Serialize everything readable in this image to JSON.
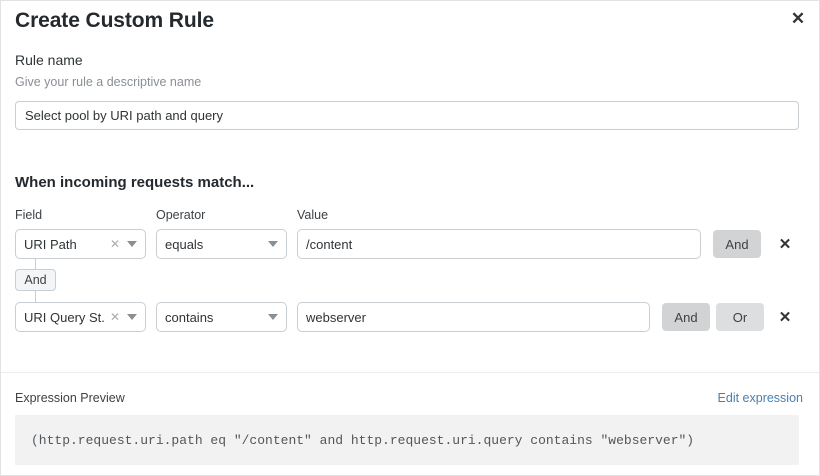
{
  "dialog": {
    "title": "Create Custom Rule",
    "close_icon": "close-icon"
  },
  "rule_name": {
    "label": "Rule name",
    "hint": "Give your rule a descriptive name",
    "value": "Select pool by URI path and query",
    "placeholder": ""
  },
  "match_section": {
    "heading": "When incoming requests match...",
    "columns": {
      "field": "Field",
      "operator": "Operator",
      "value": "Value"
    },
    "connector": {
      "label": "And"
    },
    "rows": [
      {
        "field": "URI Path",
        "operator": "equals",
        "value": "/content",
        "clear_icon": "clear-x-icon",
        "chevron_icon": "chevron-down-icon",
        "buttons": [
          "And"
        ],
        "delete_icon": "close-icon"
      },
      {
        "field": "URI Query St...",
        "operator": "contains",
        "value": "webserver",
        "clear_icon": "clear-x-icon",
        "chevron_icon": "chevron-down-icon",
        "buttons": [
          "And",
          "Or"
        ],
        "delete_icon": "close-icon"
      }
    ]
  },
  "expression_preview": {
    "label": "Expression Preview",
    "edit_link": "Edit expression",
    "code": "(http.request.uri.path eq \"/content\" and http.request.uri.query contains \"webserver\")"
  },
  "colors": {
    "accent_link": "#4a7fae",
    "border": "#c9ced3",
    "button_selected": "#d2d3d4",
    "button_unselected": "#dddedf",
    "code_background": "#f2f2f2"
  }
}
